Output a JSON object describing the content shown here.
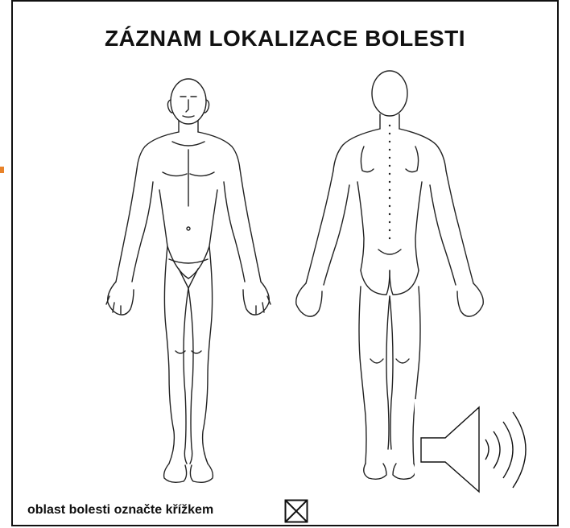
{
  "title": "ZÁZNAM LOKALIZACE BOLESTI",
  "instruction": "oblast bolesti označte křížkem",
  "figures": {
    "front": "body-front-figure",
    "back": "body-back-figure"
  },
  "icons": {
    "cross_box": "crossed-box-icon",
    "speaker": "speaker-audio-icon"
  },
  "colors": {
    "ink": "#111111",
    "marker": "#e8832a"
  }
}
